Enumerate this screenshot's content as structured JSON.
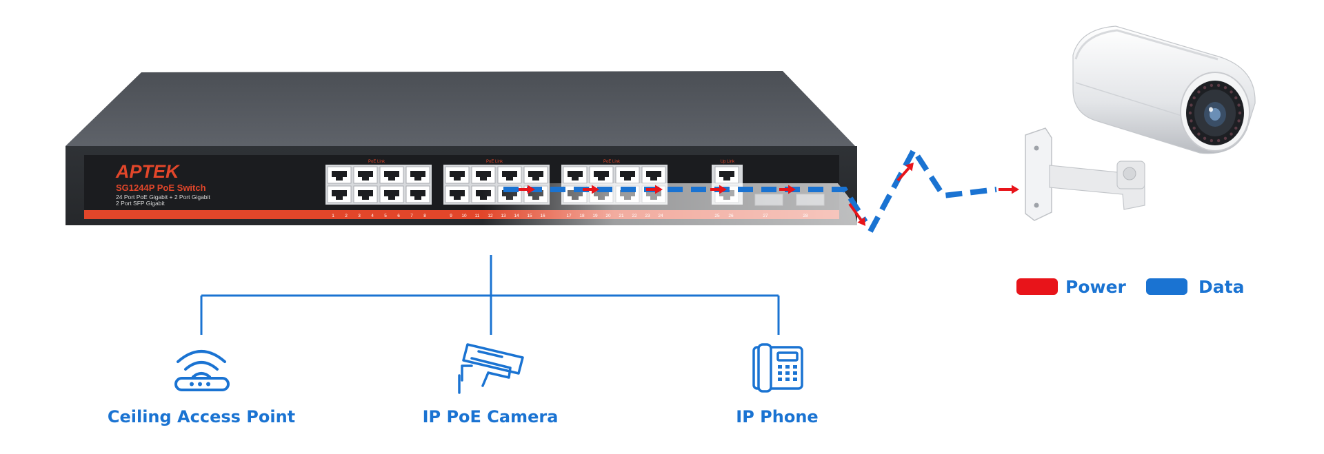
{
  "colors": {
    "power": "#e8141a",
    "data": "#1a73d2",
    "switch_body": "#3a3d42",
    "switch_panel": "#1b1c1f",
    "switch_accent": "#e2462a",
    "connector": "#1a73d2",
    "label": "#1a73d2"
  },
  "switch": {
    "brand": "APTEK",
    "model": "SG1244P PoE Switch",
    "spec_line_1": "24 Port PoE Gigabit + 2 Port Gigabit",
    "spec_line_2": "2 Port SFP Gigabit",
    "group_labels": [
      "PoE Link",
      "PoE Link",
      "PoE Link",
      "Up Link"
    ],
    "port_numbers": [
      "1",
      "2",
      "3",
      "4",
      "5",
      "6",
      "7",
      "8",
      "9",
      "10",
      "11",
      "12",
      "13",
      "14",
      "15",
      "16",
      "17",
      "18",
      "19",
      "20",
      "21",
      "22",
      "23",
      "24",
      "25",
      "26",
      "27",
      "28"
    ]
  },
  "legend": {
    "power_label": "Power",
    "data_label": "Data"
  },
  "devices": [
    {
      "label": "Ceiling Access Point",
      "icon": "wifi-router-icon"
    },
    {
      "label": "IP PoE Camera",
      "icon": "cctv-camera-icon"
    },
    {
      "label": "IP Phone",
      "icon": "desk-phone-icon"
    }
  ],
  "remote_device": {
    "icon": "bullet-camera-icon"
  }
}
